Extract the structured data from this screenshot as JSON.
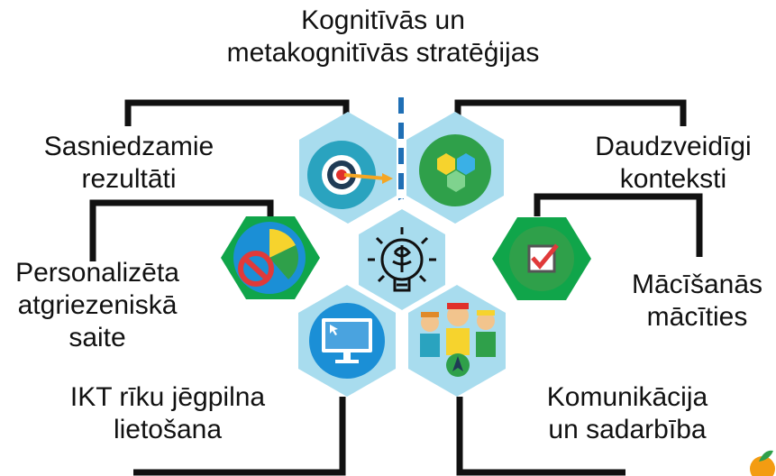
{
  "labels": {
    "top": [
      "Kognitīvās un",
      "metakognitīvās stratēģijas"
    ],
    "upper_left": [
      "Sasniedzamie",
      "rezultāti"
    ],
    "upper_right": [
      "Daudzveidīgi",
      "konteksti"
    ],
    "mid_left": [
      "Personalizēta",
      "atgriezeniskā",
      "saite"
    ],
    "mid_right": [
      "Mācīšanās",
      "mācīties"
    ],
    "bottom_left": [
      "IKT rīku jēgpilna",
      "lietošana"
    ],
    "bottom_right": [
      "Komunikācija",
      "un sadarbība"
    ]
  },
  "icons": {
    "center": "brain-lightbulb-icon",
    "upper_left": "target-arrow-icon",
    "upper_right": "hexagon-cluster-icon",
    "mid_left": "pie-chart-no-icon",
    "mid_right": "checkbox-icon",
    "bottom_left": "monitor-icon",
    "bottom_right": "team-people-icon"
  },
  "colors": {
    "hex_light_blue": "#a8dcee",
    "hex_green": "#10a54a",
    "circle_teal": "#2aa3bf",
    "circle_green": "#2fa04a",
    "circle_blue": "#1b8fd6",
    "line_black": "#111111",
    "divider_blue": "#1f6fb5"
  }
}
